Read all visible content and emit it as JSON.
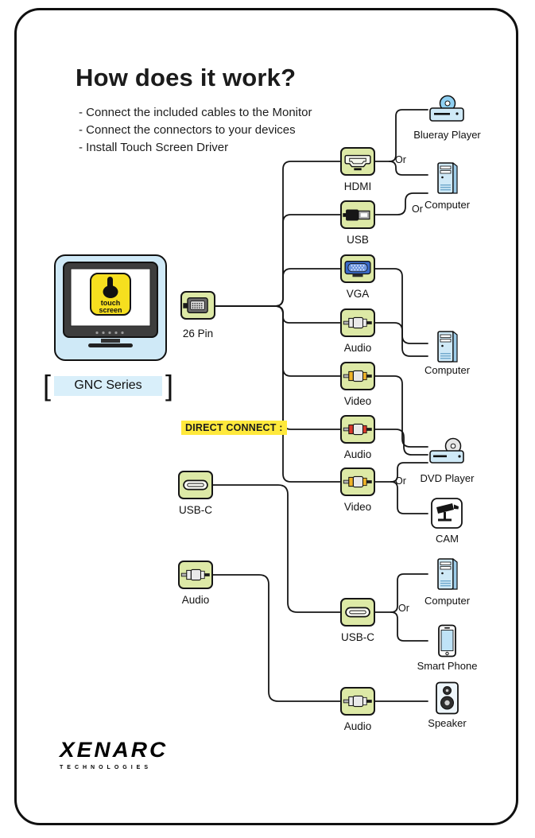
{
  "header": {
    "title": "How does it work?",
    "bullets": [
      "-  Connect the included cables to the Monitor",
      "-  Connect the connectors to your devices",
      "-  Install Touch Screen Driver"
    ]
  },
  "monitor": {
    "touch_line1": "touch",
    "touch_line2": "screen",
    "bracket_left": "[",
    "bracket_right": "]",
    "series_label": "GNC Series"
  },
  "direct_connect_label": "DIRECT CONNECT :",
  "connectors": {
    "pin26": {
      "label": "26 Pin"
    },
    "hdmi": {
      "label": "HDMI"
    },
    "usb": {
      "label": "USB"
    },
    "vga": {
      "label": "VGA"
    },
    "audio1": {
      "label": "Audio"
    },
    "video1": {
      "label": "Video"
    },
    "audio2": {
      "label": "Audio"
    },
    "video2": {
      "label": "Video"
    },
    "usbc_left": {
      "label": "USB-C"
    },
    "audio_left": {
      "label": "Audio"
    },
    "usbc_mid": {
      "label": "USB-C"
    },
    "audio_mid": {
      "label": "Audio"
    }
  },
  "devices": {
    "blueray": {
      "label": "Blueray Player"
    },
    "computer1": {
      "label": "Computer"
    },
    "computer2": {
      "label": "Computer"
    },
    "dvd": {
      "label": "DVD Player"
    },
    "cam": {
      "label": "CAM"
    },
    "computer3": {
      "label": "Computer"
    },
    "smartphone": {
      "label": "Smart Phone"
    },
    "speaker": {
      "label": "Speaker"
    }
  },
  "or_label": "Or",
  "logo": {
    "brand": "XENARC",
    "sub": "TECHNOLOGIES"
  },
  "colors": {
    "connector_fill": "#dde9a6",
    "device_blue": "#cfe9f7",
    "highlight_yellow": "#ffe93c",
    "touch_yellow": "#f6df1f",
    "rca_video": "#f0b429",
    "rca_audio_red": "#d8392b",
    "rca_audio_white": "#ececec",
    "vga_blue": "#3a6bc9"
  }
}
